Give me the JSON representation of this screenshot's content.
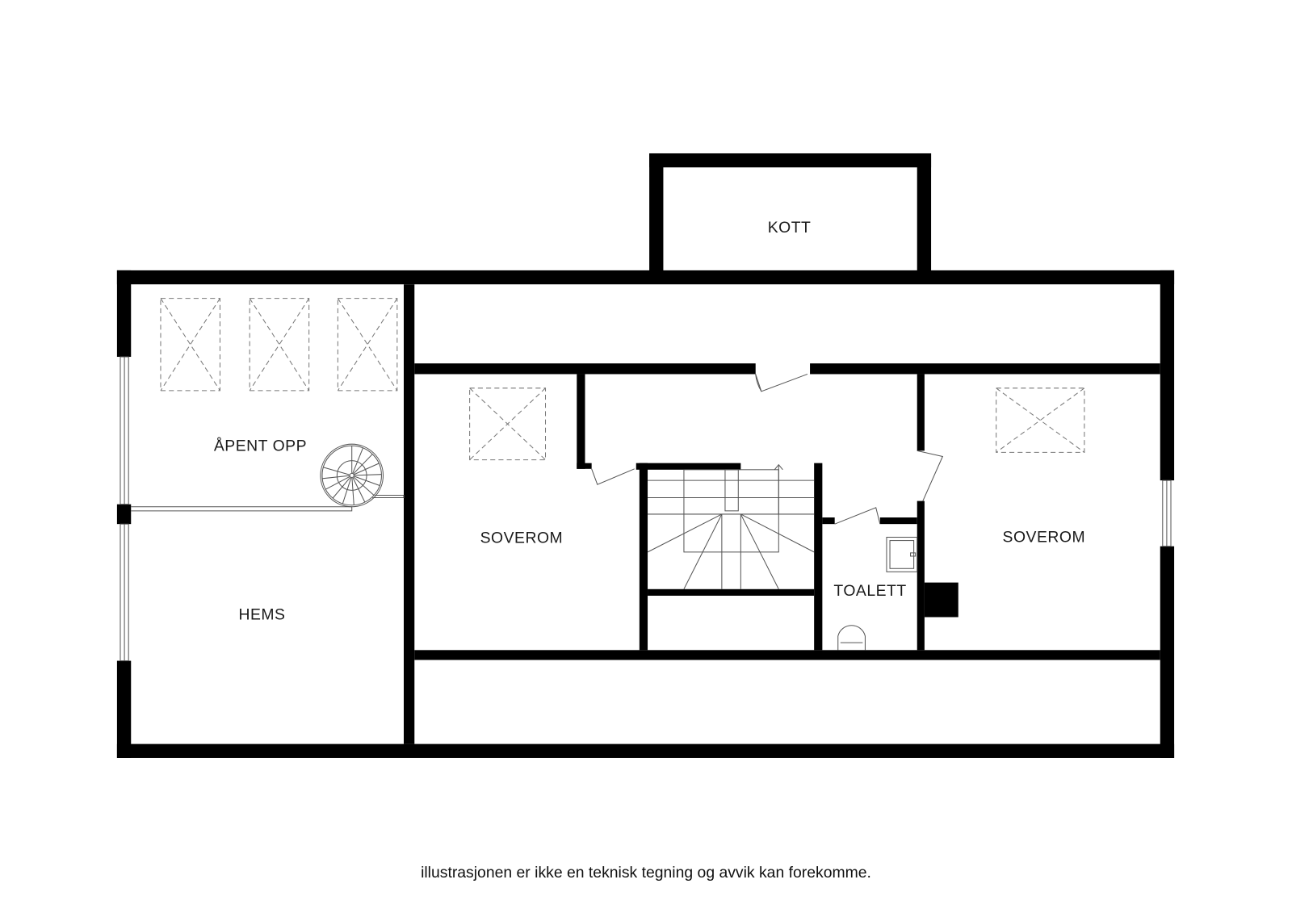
{
  "rooms": {
    "kott": "KOTT",
    "apent_opp": "ÅPENT OPP",
    "hems": "HEMS",
    "soverom_left": "SOVEROM",
    "soverom_right": "SOVEROM",
    "toalett": "TOALETT"
  },
  "footer": "illustrasjonen er ikke en teknisk tegning og avvik kan forekomme.",
  "colors": {
    "wall": "#000000",
    "background": "#ffffff"
  }
}
